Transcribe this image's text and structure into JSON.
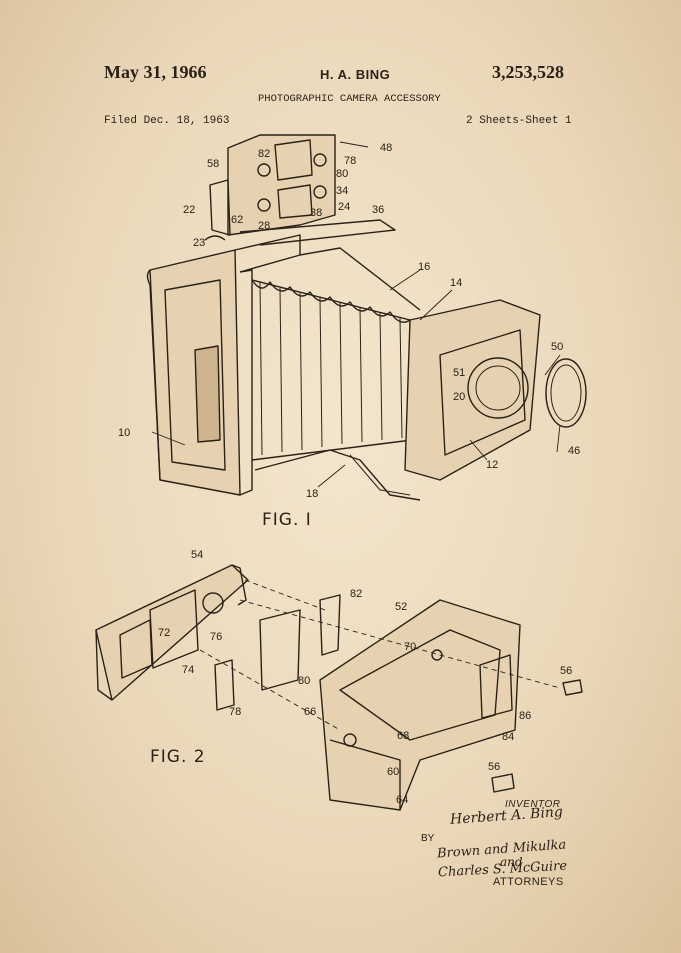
{
  "header": {
    "date": "May 31, 1966",
    "inventor": "H. A. BING",
    "patent_number": "3,253,528",
    "title": "PHOTOGRAPHIC CAMERA ACCESSORY",
    "filed": "Filed Dec. 18, 1963",
    "sheets": "2 Sheets-Sheet 1"
  },
  "figures": {
    "fig1_caption": "FIG. I",
    "fig2_caption": "FIG. 2"
  },
  "fig1_labels": [
    "48",
    "82",
    "78",
    "58",
    "80",
    "34",
    "22",
    "62",
    "28",
    "38",
    "24",
    "36",
    "23",
    "16",
    "14",
    "10",
    "50",
    "51",
    "20",
    "46",
    "12",
    "18"
  ],
  "fig2_labels": [
    "54",
    "82",
    "52",
    "72",
    "76",
    "70",
    "56",
    "74",
    "80",
    "78",
    "86",
    "66",
    "84",
    "68",
    "56",
    "60",
    "64"
  ],
  "signatures": {
    "inventor_label": "INVENTOR",
    "inventor_name": "Herbert A. Bing",
    "by_label": "BY",
    "attorney_line1": "Brown and Mikulka",
    "attorney_and": "and",
    "attorney_line2": "Charles S. McGuire",
    "attorneys_label": "ATTORNEYS"
  },
  "colors": {
    "paper": "#eddcc0",
    "ink": "#2a2218"
  }
}
